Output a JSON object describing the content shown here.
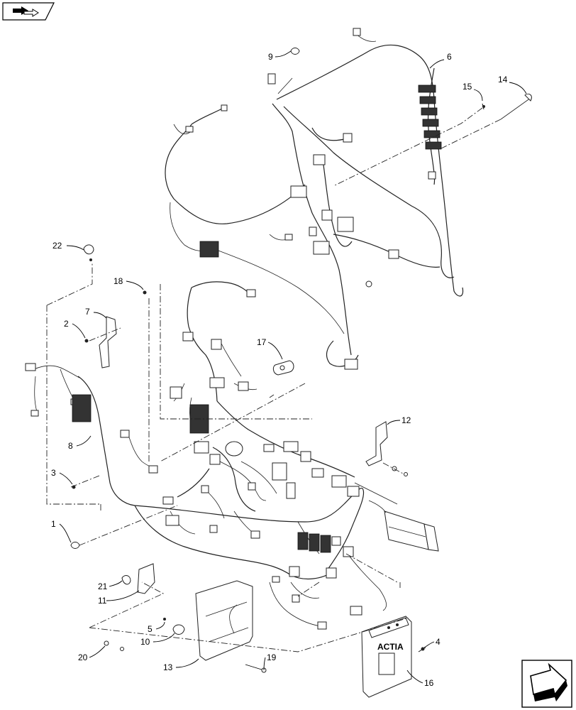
{
  "callouts": [
    {
      "id": "c1",
      "text": "1"
    },
    {
      "id": "c2",
      "text": "2"
    },
    {
      "id": "c3",
      "text": "3"
    },
    {
      "id": "c4",
      "text": "4"
    },
    {
      "id": "c5",
      "text": "5"
    },
    {
      "id": "c6",
      "text": "6"
    },
    {
      "id": "c7",
      "text": "7"
    },
    {
      "id": "c8",
      "text": "8"
    },
    {
      "id": "c9",
      "text": "9"
    },
    {
      "id": "c10",
      "text": "10"
    },
    {
      "id": "c11",
      "text": "11"
    },
    {
      "id": "c12",
      "text": "12"
    },
    {
      "id": "c13",
      "text": "13"
    },
    {
      "id": "c14",
      "text": "14"
    },
    {
      "id": "c15",
      "text": "15"
    },
    {
      "id": "c16",
      "text": "16"
    },
    {
      "id": "c17",
      "text": "17"
    },
    {
      "id": "c18",
      "text": "18"
    },
    {
      "id": "c19",
      "text": "19"
    },
    {
      "id": "c20",
      "text": "20"
    },
    {
      "id": "c21",
      "text": "21"
    },
    {
      "id": "c22",
      "text": "22"
    }
  ],
  "module_label": "ACTIA",
  "icons": {
    "top_left": "view-direction-icon",
    "bottom_right": "next-page-arrow-icon"
  }
}
